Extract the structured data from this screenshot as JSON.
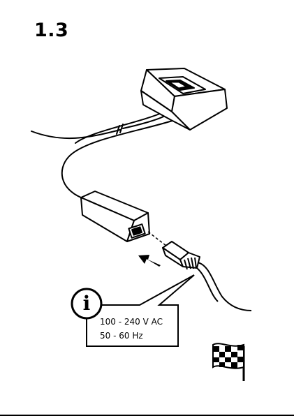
{
  "step": {
    "number": "1.3"
  },
  "info": {
    "icon": "info-icon",
    "symbol": "i",
    "lines": [
      "100 - 240 V AC",
      "50 - 60 Hz"
    ]
  },
  "finish": {
    "icon": "checkered-flag-icon"
  }
}
